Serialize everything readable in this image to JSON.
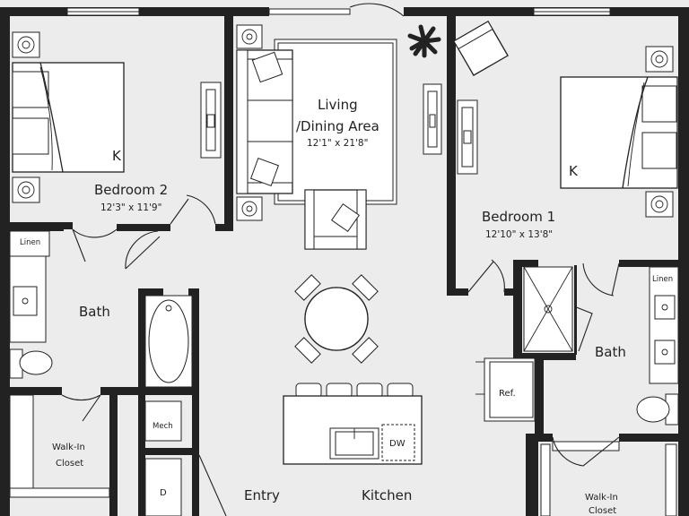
{
  "rooms": {
    "living": {
      "name_line1": "Living",
      "name_line2": "/Dining Area",
      "dims": "12'1\" x 21'8\""
    },
    "bedroom2": {
      "name": "Bedroom 2",
      "dims": "12'3\" x 11'9\""
    },
    "bedroom1": {
      "name": "Bedroom 1",
      "dims": "12'10\" x 13'8\""
    },
    "bath_left": {
      "name": "Bath"
    },
    "bath_right": {
      "name": "Bath"
    },
    "closet_left": {
      "name_line1": "Walk-In",
      "name_line2": "Closet"
    },
    "closet_right": {
      "name_line1": "Walk-In",
      "name_line2": "Closet"
    },
    "entry": {
      "name": "Entry"
    },
    "kitchen": {
      "name": "Kitchen"
    }
  },
  "fixtures": {
    "linen_left": "Linen",
    "linen_right": "Linen",
    "mech": "Mech",
    "dryer": "D",
    "fridge": "Ref.",
    "dishwasher": "DW",
    "bed_left": "K",
    "bed_right": "K"
  }
}
